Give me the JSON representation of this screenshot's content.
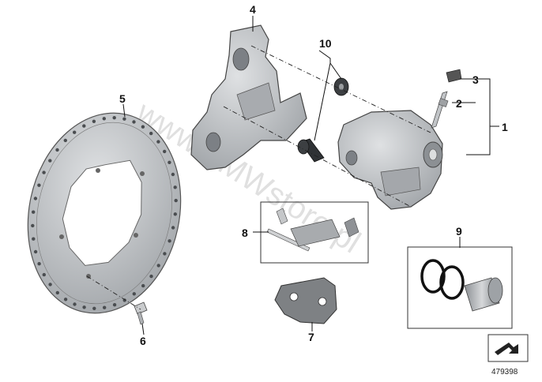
{
  "watermark": "www.BMWstore.pl",
  "reference_number": "479398",
  "callouts": {
    "c1": "1",
    "c2": "2",
    "c3": "3",
    "c4": "4",
    "c5": "5",
    "c6": "6",
    "c7": "7",
    "c8": "8",
    "c9": "9",
    "c10": "10"
  },
  "icons": [
    "scroll-arrow-icon"
  ],
  "colors": {
    "metal": "#b9bcbf",
    "metal_dark": "#7d8186",
    "pad": "#8a8d90",
    "text": "#111111"
  }
}
